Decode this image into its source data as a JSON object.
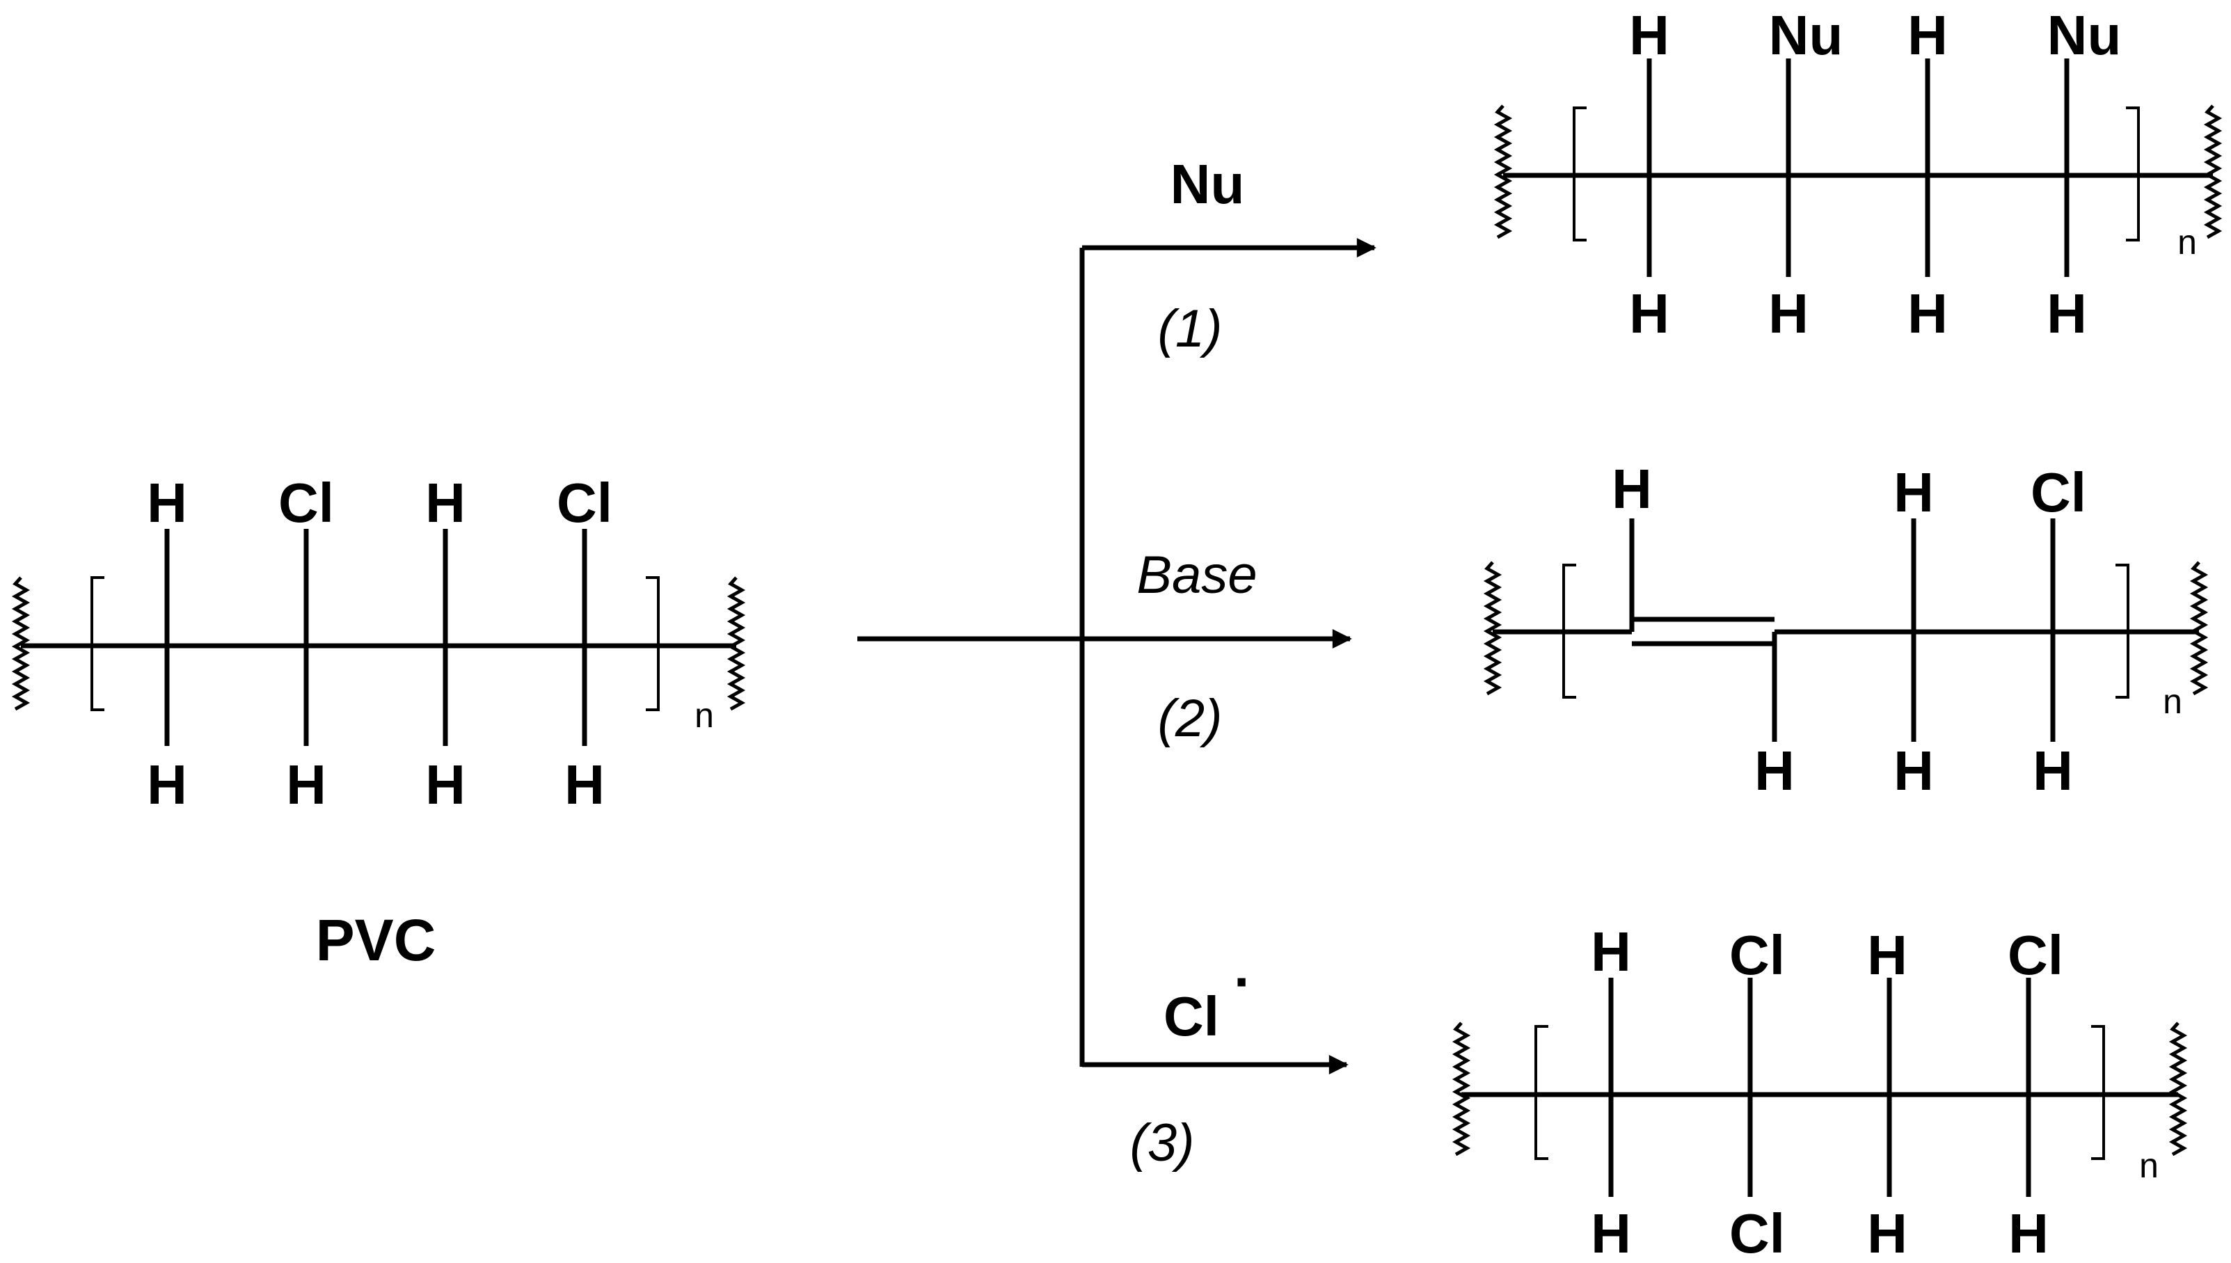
{
  "pvc": {
    "top": [
      "H",
      "Cl",
      "H",
      "Cl"
    ],
    "bottom": [
      "H",
      "H",
      "H",
      "H"
    ],
    "repeat": "n",
    "name": "PVC"
  },
  "reactions": [
    {
      "reagent": "Nu",
      "number": "(1)",
      "product": {
        "top": [
          "H",
          "Nu",
          "H",
          "Nu"
        ],
        "bottom": [
          "H",
          "H",
          "H",
          "H"
        ],
        "repeat": "n"
      }
    },
    {
      "reagent": "Base",
      "number": "(2)",
      "product": {
        "top": [
          "H",
          "H",
          "Cl"
        ],
        "bottom": [
          "H",
          "H",
          "H"
        ],
        "repeat": "n"
      }
    },
    {
      "reagent": "Cl",
      "reagent_charge": "·",
      "number": "(3)",
      "product": {
        "top": [
          "H",
          "Cl",
          "H",
          "Cl"
        ],
        "bottom": [
          "H",
          "Cl",
          "H",
          "H"
        ],
        "repeat": "n"
      }
    }
  ]
}
